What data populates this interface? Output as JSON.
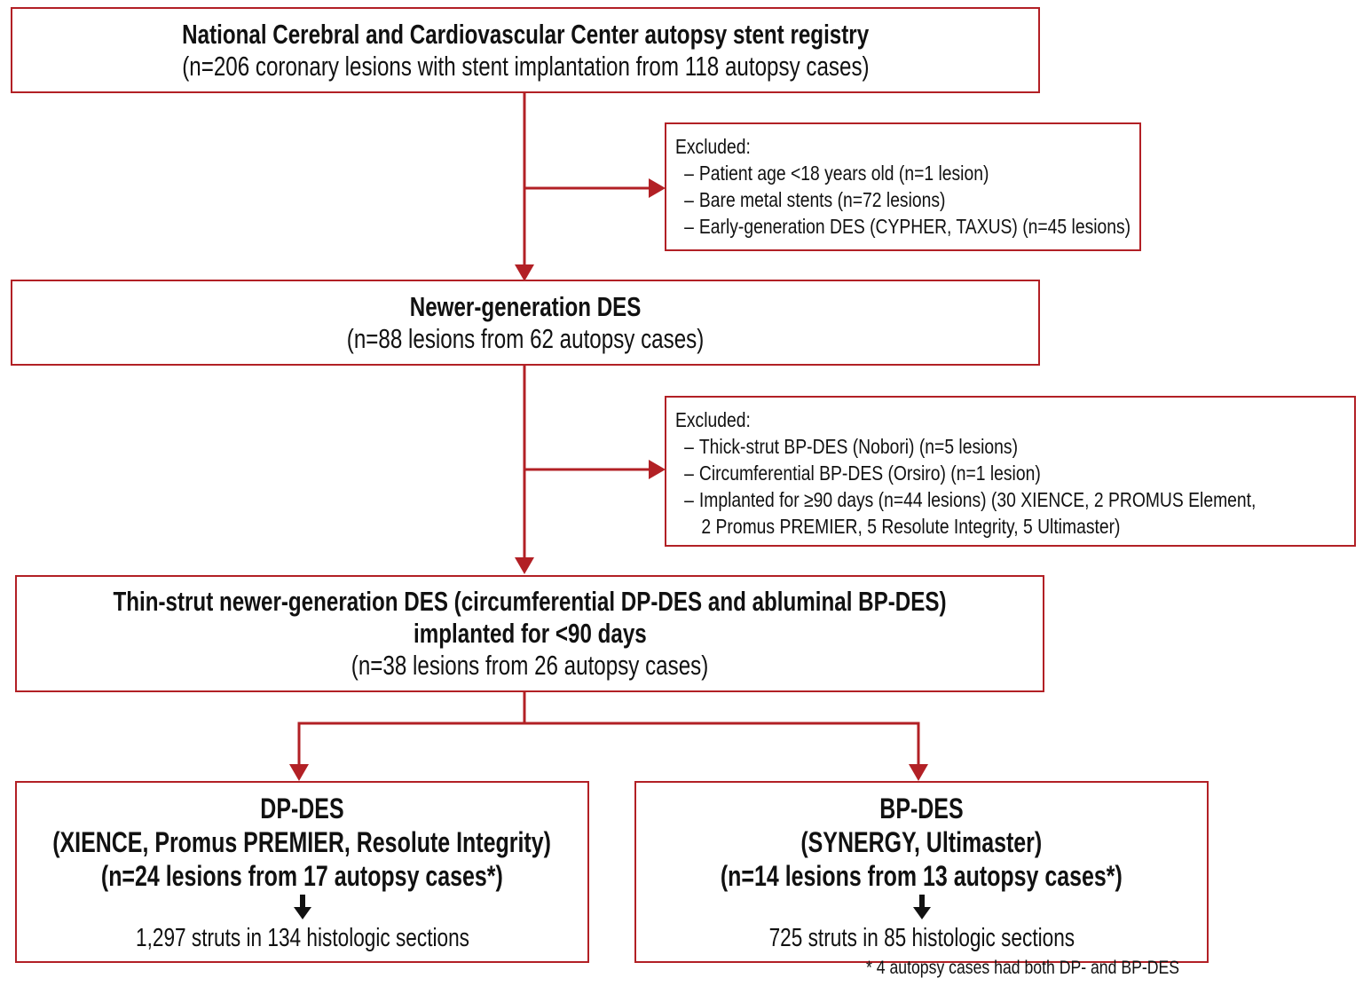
{
  "colors": {
    "box_border": "#b22025",
    "connector": "#b22025",
    "text": "#111111",
    "background": "#ffffff"
  },
  "registry": {
    "title": "National Cerebral and Cardiovascular Center autopsy stent registry",
    "subtitle": "(n=206 coronary lesions with stent implantation from 118 autopsy cases)"
  },
  "exclusion_1": {
    "heading": "Excluded:",
    "items": [
      "Patient age <18 years old (n=1 lesion)",
      "Bare metal stents (n=72 lesions)",
      "Early-generation DES (CYPHER, TAXUS) (n=45 lesions)"
    ]
  },
  "newer_gen": {
    "title": "Newer-generation DES",
    "subtitle": "(n=88 lesions from 62 autopsy cases)"
  },
  "exclusion_2": {
    "heading": "Excluded:",
    "items": [
      "Thick-strut BP-DES (Nobori) (n=5 lesions)",
      "Circumferential BP-DES (Orsiro) (n=1 lesion)",
      "Implanted for ≥90 days (n=44 lesions) (30 XIENCE, 2 PROMUS Element,"
    ],
    "continuation": "2 Promus PREMIER, 5 Resolute Integrity, 5 Ultimaster)"
  },
  "thin_strut": {
    "line1": "Thin-strut newer-generation DES (circumferential DP-DES and abluminal BP-DES)",
    "line2": "implanted for <90 days",
    "subtitle": "(n=38 lesions from 26 autopsy cases)"
  },
  "dp_des": {
    "title": "DP-DES",
    "devices": "(XIENCE, Promus PREMIER, Resolute Integrity)",
    "count": "(n=24 lesions from 17 autopsy cases*)",
    "struts": "1,297 struts in 134 histologic sections"
  },
  "bp_des": {
    "title": "BP-DES",
    "devices": "(SYNERGY, Ultimaster)",
    "count": "(n=14 lesions from 13 autopsy cases*)",
    "struts": "725 struts in 85 histologic sections"
  },
  "footnote": "* 4 autopsy cases had both DP- and BP-DES"
}
